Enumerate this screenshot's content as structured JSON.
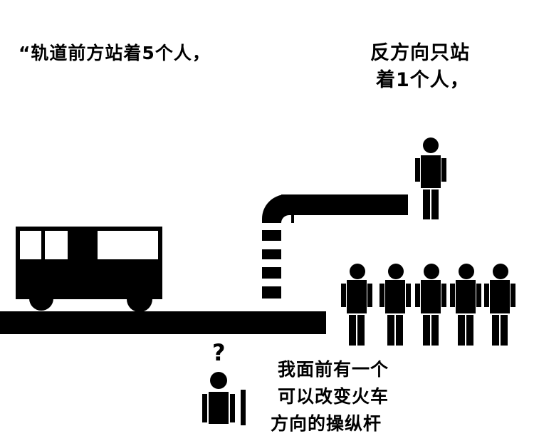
{
  "caption_top_left": "“轨道前方站着5个人，",
  "caption_top_right": [
    "反方向只站",
    "着1个人，"
  ],
  "question_mark": "?",
  "caption_bottom": [
    "我面前有一个",
    "可以改变火车",
    "方向的操纵杆"
  ],
  "scene": {
    "vehicle": "bus",
    "people_on_main_track": 5,
    "people_on_branch_track": 1,
    "observer_count": 1
  },
  "colors": {
    "ink": "#000000",
    "background": "#ffffff"
  }
}
